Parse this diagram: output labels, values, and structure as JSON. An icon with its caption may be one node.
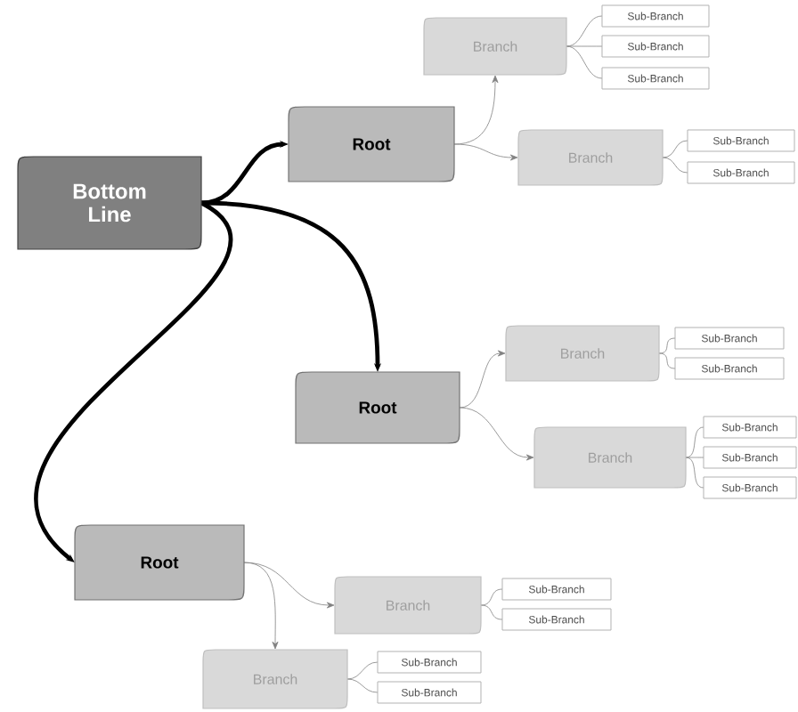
{
  "diagram": {
    "nodes": [
      {
        "text": [
          "Bottom Line"
        ]
      },
      {
        "text": [
          "Root"
        ]
      },
      {
        "text": [
          "Branch"
        ]
      },
      {
        "text": [
          "Sub-Branch"
        ]
      },
      {
        "text": [
          "Sub-Branch"
        ]
      },
      {
        "text": [
          "Sub-Branch"
        ]
      },
      {
        "text": [
          "Branch"
        ]
      },
      {
        "text": [
          "Sub-Branch"
        ]
      },
      {
        "text": [
          "Sub-Branch"
        ]
      },
      {
        "text": [
          "Root"
        ]
      },
      {
        "text": [
          "Branch"
        ]
      },
      {
        "text": [
          "Sub-Branch"
        ]
      },
      {
        "text": [
          "Sub-Branch"
        ]
      },
      {
        "text": [
          "Branch"
        ]
      },
      {
        "text": [
          "Sub-Branch"
        ]
      },
      {
        "text": [
          "Sub-Branch"
        ]
      },
      {
        "text": [
          "Sub-Branch"
        ]
      },
      {
        "text": [
          "Root"
        ]
      },
      {
        "text": [
          "Branch"
        ]
      },
      {
        "text": [
          "Sub-Branch"
        ]
      },
      {
        "text": [
          "Sub-Branch"
        ]
      },
      {
        "text": [
          "Branch"
        ]
      },
      {
        "text": [
          "Sub-Branch"
        ]
      },
      {
        "text": [
          "Sub-Branch"
        ]
      }
    ],
    "edges": [
      {
        "from": 0,
        "to": 1,
        "arrow": "to",
        "style": "thick",
        "color": "#000000"
      },
      {
        "from": 0,
        "to": 9,
        "arrow": "to",
        "style": "thick",
        "color": "#000000"
      },
      {
        "from": 0,
        "to": 17,
        "arrow": "to",
        "style": "thick",
        "color": "#000000"
      },
      {
        "from": 1,
        "to": 2,
        "arrow": "to"
      },
      {
        "from": 1,
        "to": 6,
        "arrow": "to"
      },
      {
        "from": 2,
        "to": 3,
        "arrow": "none"
      },
      {
        "from": 2,
        "to": 4,
        "arrow": "none"
      },
      {
        "from": 2,
        "to": 5,
        "arrow": "none"
      },
      {
        "from": 6,
        "to": 7,
        "arrow": "none"
      },
      {
        "from": 6,
        "to": 8,
        "arrow": "none"
      },
      {
        "from": 9,
        "to": 10,
        "arrow": "to"
      },
      {
        "from": 9,
        "to": 13,
        "arrow": "to"
      },
      {
        "from": 10,
        "to": 11,
        "arrow": "none"
      },
      {
        "from": 10,
        "to": 12,
        "arrow": "none"
      },
      {
        "from": 13,
        "to": 14,
        "arrow": "none"
      },
      {
        "from": 13,
        "to": 15,
        "arrow": "none"
      },
      {
        "from": 13,
        "to": 16,
        "arrow": "none"
      },
      {
        "from": 17,
        "to": 18,
        "arrow": "to"
      },
      {
        "from": 17,
        "to": 21,
        "arrow": "to"
      },
      {
        "from": 18,
        "to": 19,
        "arrow": "none"
      },
      {
        "from": 18,
        "to": 20,
        "arrow": "none"
      },
      {
        "from": 21,
        "to": 22,
        "arrow": "none"
      },
      {
        "from": 21,
        "to": 23,
        "arrow": "none"
      }
    ]
  }
}
